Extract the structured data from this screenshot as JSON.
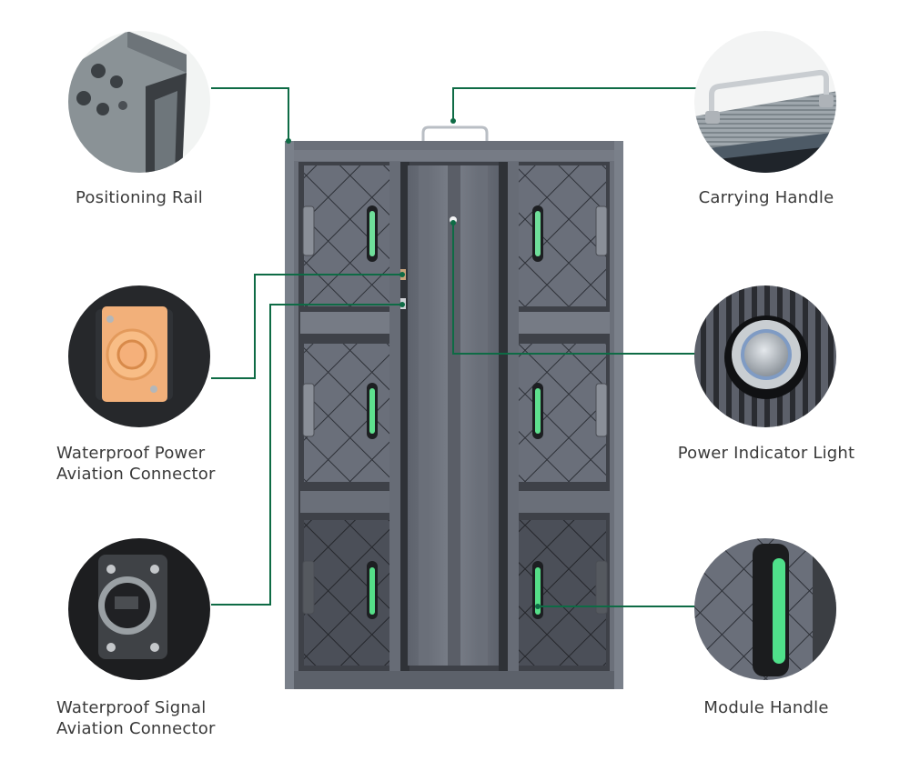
{
  "figure": {
    "subject": "LED display cabinet rear view",
    "accent_color": "#0e6b45",
    "indicator_green": "#4fe08a",
    "cabinet_color": "#5f6470"
  },
  "callouts": [
    {
      "id": "positioning-rail",
      "lines": [
        "Positioning Rail"
      ],
      "side": "left"
    },
    {
      "id": "power-connector",
      "lines": [
        "Waterproof Power",
        "Aviation Connector"
      ],
      "side": "left"
    },
    {
      "id": "signal-connector",
      "lines": [
        "Waterproof Signal",
        "Aviation Connector"
      ],
      "side": "left"
    },
    {
      "id": "carrying-handle",
      "lines": [
        "Carrying Handle"
      ],
      "side": "right"
    },
    {
      "id": "power-indicator",
      "lines": [
        "Power Indicator Light"
      ],
      "side": "right"
    },
    {
      "id": "module-handle",
      "lines": [
        "Module Handle"
      ],
      "side": "right"
    }
  ]
}
